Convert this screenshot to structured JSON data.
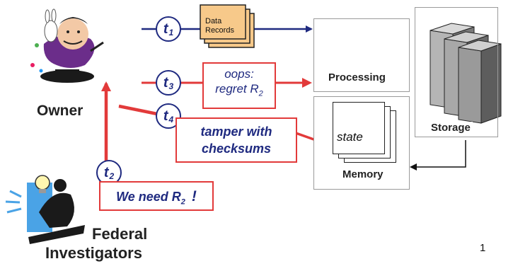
{
  "labels": {
    "owner": "Owner",
    "investigators_line1": "Federal",
    "investigators_line2": "Investigators",
    "data_records": "Data Records",
    "processing": "Processing",
    "storage": "Storage",
    "memory": "Memory",
    "state": "state",
    "page_number": "1"
  },
  "times": {
    "t1": {
      "base": "t",
      "sub": "1"
    },
    "t2": {
      "base": "t",
      "sub": "2"
    },
    "t3": {
      "base": "t",
      "sub": "3"
    },
    "t4": {
      "base": "t",
      "sub": "4"
    }
  },
  "notes": {
    "oops_line1": "oops:",
    "oops_line2": "regret R",
    "oops_sub": "2",
    "tamper_line1": "tamper with",
    "tamper_line2": "checksums",
    "need_text": "We need R",
    "need_sub": "2",
    "need_bang": "!"
  },
  "colors": {
    "arrow_blue": "#1f2a80",
    "arrow_red": "#e23a3a",
    "records_fill": "#f7c98a"
  }
}
